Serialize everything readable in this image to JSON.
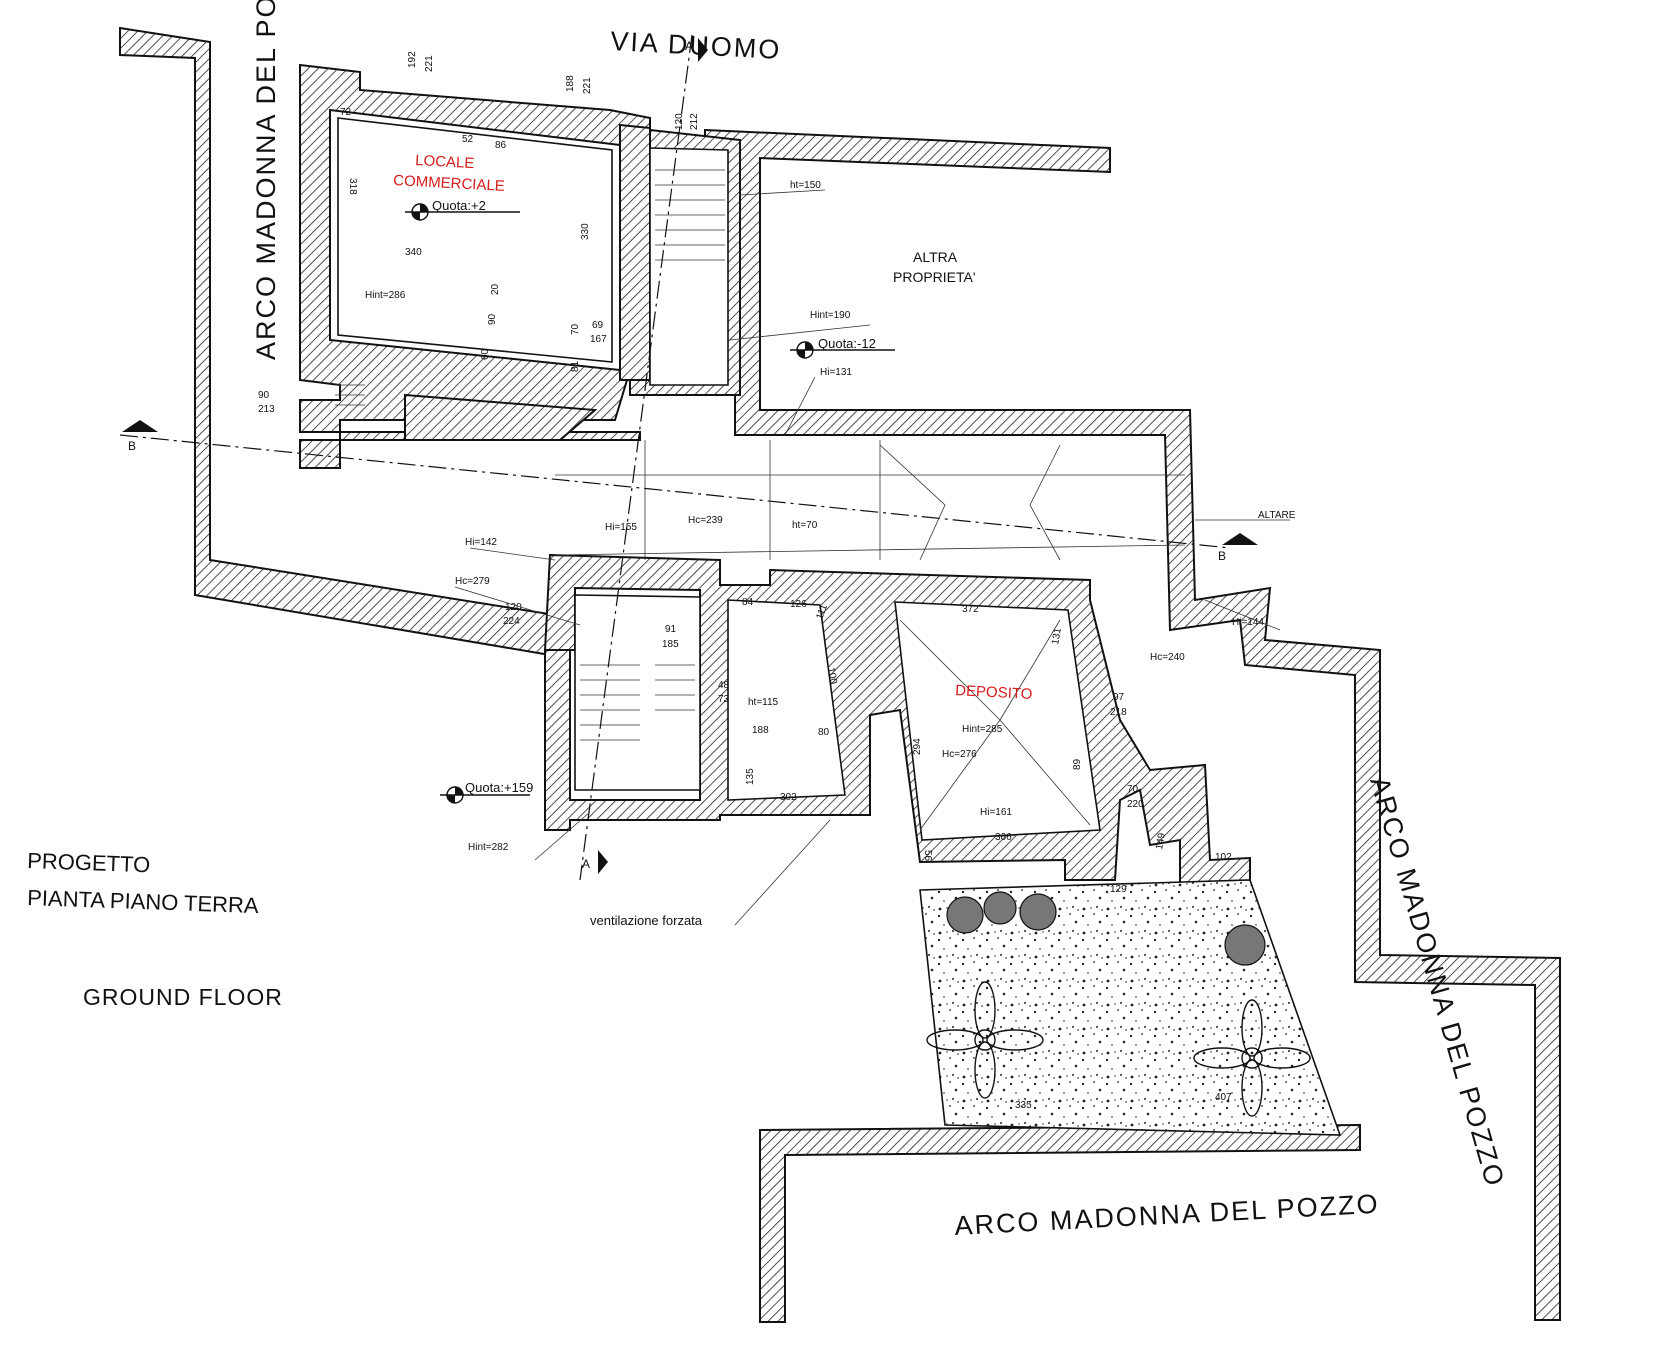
{
  "streets": {
    "via_duomo": "VIA DUOMO",
    "arco_left": "ARCO MADONNA DEL POZZO",
    "arco_right": "ARCO MADONNA DEL POZZO",
    "arco_bottom": "ARCO MADONNA DEL POZZO"
  },
  "rooms": {
    "locale": "LOCALE\nCOMMERCIALE",
    "locale_line1": "LOCALE",
    "locale_line2": "COMMERCIALE",
    "deposito": "DEPOSITO",
    "altra_line1": "ALTRA",
    "altra_line2": "PROPRIETA'"
  },
  "levels": {
    "quota_top": "Quota:+2",
    "quota_mid": "Quota:-12",
    "quota_bottom": "Quota:+159"
  },
  "sections": {
    "a": "A",
    "b": "B",
    "altare": "ALTARE"
  },
  "heights": {
    "ht150": "ht=150",
    "hint190": "Hint=190",
    "hi131": "Hi=131",
    "hint286": "Hint=286",
    "hi155": "Hi=155",
    "hc239": "Hc=239",
    "ht70": "ht=70",
    "hi142": "Hi=142",
    "hc279": "Hc=279",
    "ht115": "ht=115",
    "hint285": "Hint=285",
    "hc276": "Hc=276",
    "hi161": "Hi=161",
    "hc240": "Hc=240",
    "hi144": "Hi=144",
    "hint282": "Hint=282"
  },
  "dimensions": {
    "d72": "72",
    "d52": "52",
    "d86": "86",
    "d318": "318",
    "d340": "340",
    "d330": "330",
    "d20": "20",
    "d90": "90",
    "d60": "60",
    "d70": "70",
    "d81": "81",
    "d69": "69",
    "d167": "167",
    "d90_213a": "90",
    "d90_213b": "213",
    "d120": "120",
    "d224": "224",
    "d91": "91",
    "d185": "185",
    "d84": "84",
    "d126": "126",
    "d111": "111",
    "d100": "100",
    "d48": "48",
    "d73": "73",
    "d188": "188",
    "d80": "80",
    "d135": "135",
    "d302": "302",
    "d372": "372",
    "d131": "131",
    "d97": "97",
    "d218": "218",
    "d294": "294",
    "d89": "89",
    "d366": "366",
    "d56": "56",
    "d70b": "70",
    "d220": "220",
    "d149": "149",
    "d102": "102",
    "d129": "129",
    "d335": "335",
    "d407": "407",
    "d192": "192",
    "d221": "221",
    "d188t": "188",
    "d221b": "221",
    "d120t": "120",
    "d212": "212"
  },
  "notes": {
    "ventilazione": "ventilazione forzata",
    "progetto": "PROGETTO",
    "pianta": "PIANTA PIANO TERRA",
    "ground": "GROUND FLOOR"
  }
}
